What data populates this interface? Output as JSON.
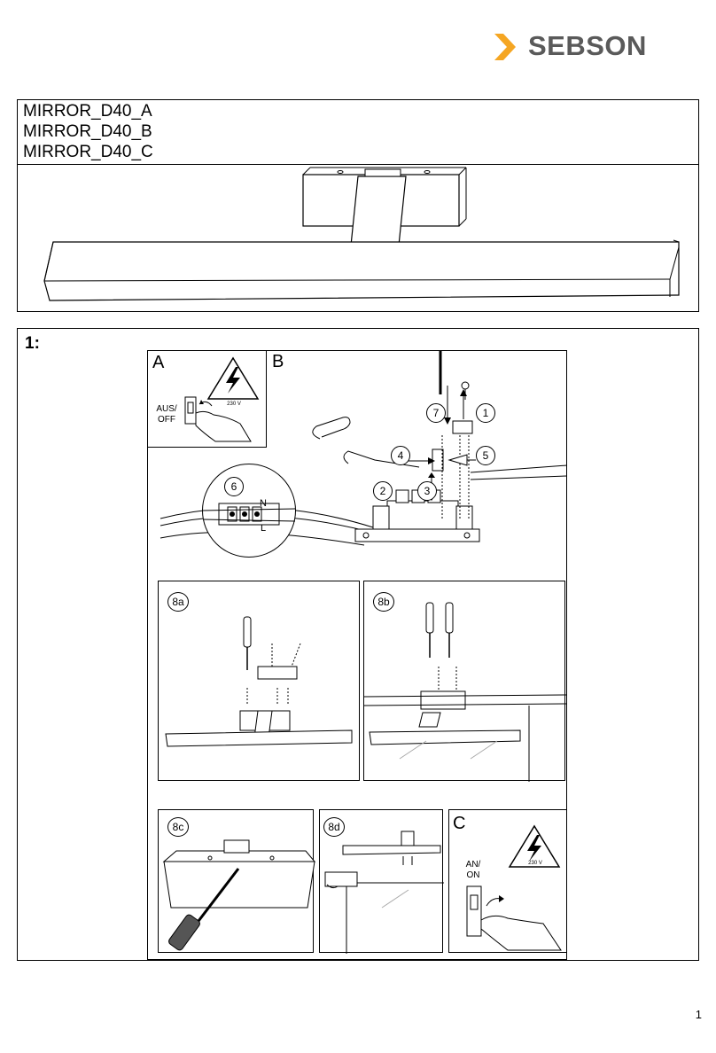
{
  "brand": {
    "name": "SEBSON",
    "accent": "#f5a623"
  },
  "title": {
    "models": [
      "MIRROR_D40_A",
      "MIRROR_D40_B",
      "MIRROR_D40_C"
    ]
  },
  "section1": {
    "label": "1:",
    "panel_a": {
      "label": "A",
      "switch_text": "AUS/\nOFF",
      "voltage": "230 V"
    },
    "panel_b": {
      "label": "B",
      "steps": [
        "1",
        "2",
        "3",
        "4",
        "5",
        "6",
        "7"
      ],
      "wire_n": "N",
      "wire_l": "L"
    },
    "panel_8a": {
      "label": "8a"
    },
    "panel_8b": {
      "label": "8b"
    },
    "panel_8c": {
      "label": "8c"
    },
    "panel_8d": {
      "label": "8d"
    },
    "panel_c": {
      "label": "C",
      "switch_text": "AN/\nON",
      "voltage": "230 V"
    }
  },
  "footer": {
    "page": "1"
  }
}
